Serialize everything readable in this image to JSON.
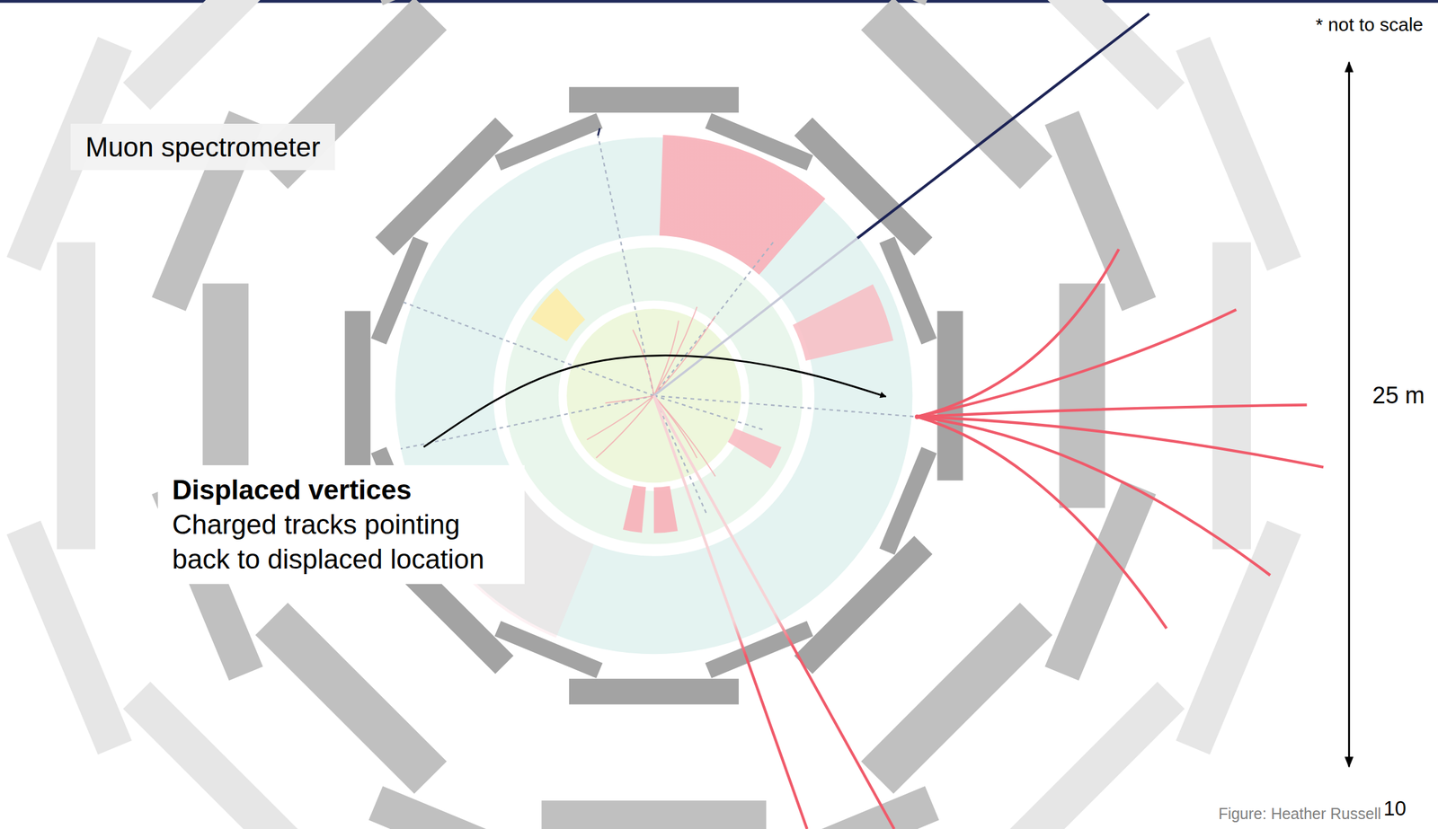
{
  "diagram": {
    "nodes": [
      {
        "text": [
          "Muon spectrometer"
        ]
      },
      {
        "text": [
          "Displaced vertices",
          "Charged tracks pointing back to displaced location"
        ]
      }
    ],
    "labels": [
      "* not to scale",
      "25 m",
      "Figure: Heather Russell",
      "10"
    ]
  }
}
